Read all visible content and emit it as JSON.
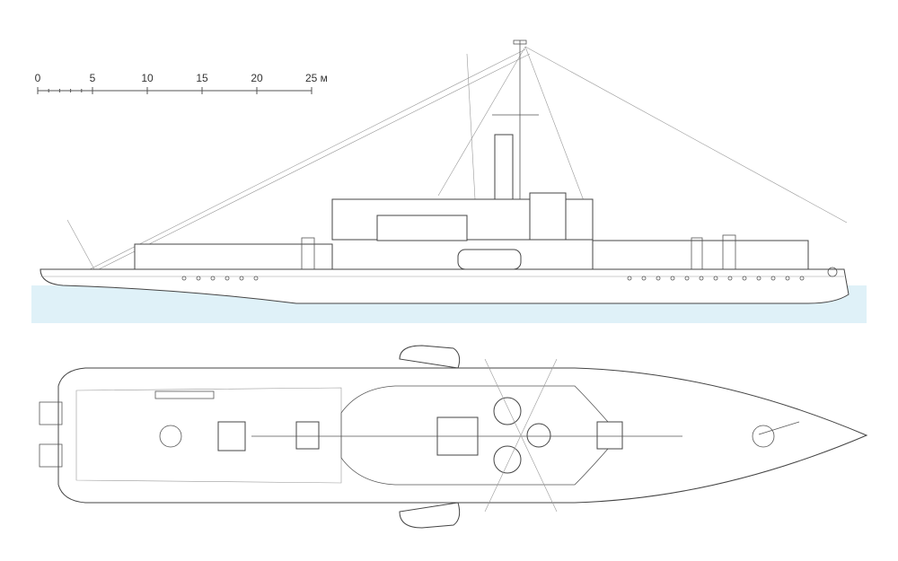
{
  "scale_bar": {
    "labels": [
      "0",
      "5",
      "10",
      "15",
      "20",
      "25 м"
    ],
    "unit": "м",
    "max_value": 25
  },
  "views": {
    "side": "side-elevation",
    "top": "plan-view"
  },
  "colors": {
    "water": "#dff1f8",
    "line": "#555555"
  }
}
